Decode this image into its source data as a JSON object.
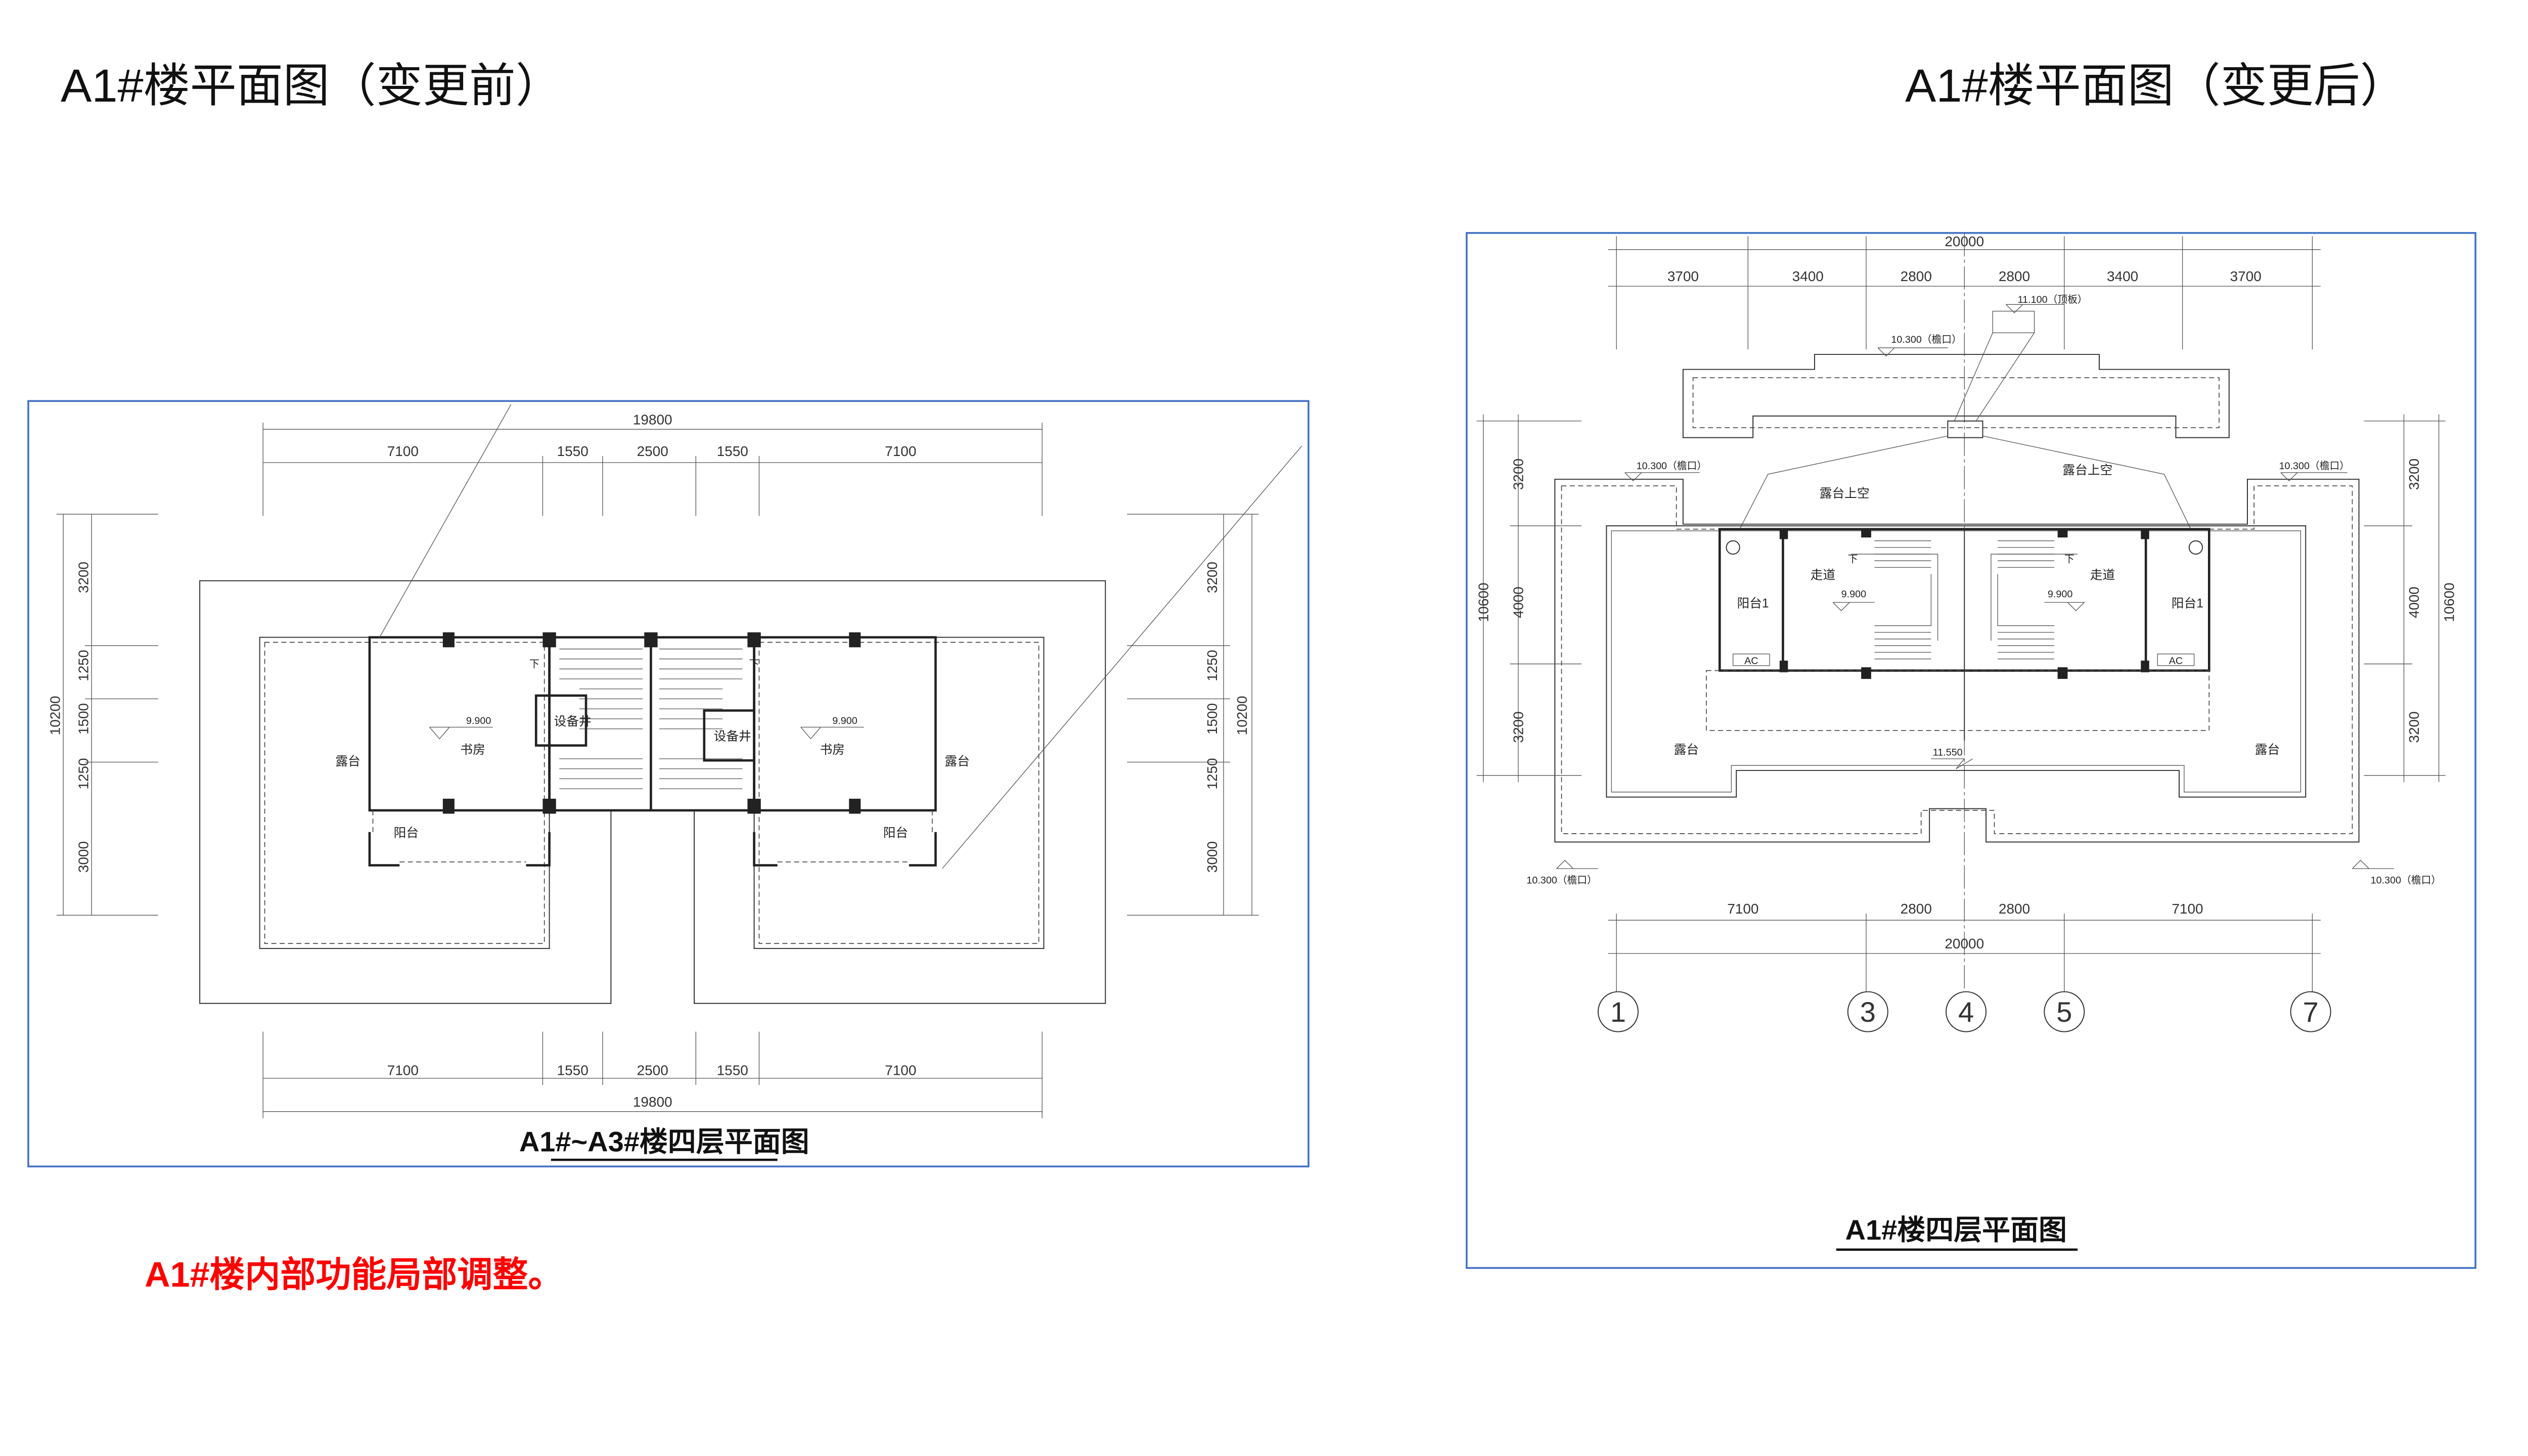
{
  "titles": {
    "before": "A1#楼平面图（变更前）",
    "after": "A1#楼平面图（变更后）"
  },
  "note": "A1#楼内部功能局部调整。",
  "colors": {
    "frame": "#4472c4",
    "note": "#ff0000"
  },
  "before_plan": {
    "caption": "A1#~A3#楼四层平面图",
    "top_total": "19800",
    "top_dims": [
      "7100",
      "1550",
      "2500",
      "1550",
      "7100"
    ],
    "bottom_dims": [
      "7100",
      "1550",
      "2500",
      "1550",
      "7100"
    ],
    "bottom_total": "19800",
    "left_dims": [
      "3200",
      "1250",
      "1500",
      "1250",
      "3000"
    ],
    "left_total": "10200",
    "right_dims": [
      "3200",
      "1250",
      "1500",
      "1250",
      "3000"
    ],
    "right_total": "10200",
    "rooms": {
      "terrace_left": "露台",
      "terrace_right": "露台",
      "study_left": "书房",
      "study_right": "书房",
      "shaft_left": "设备井",
      "shaft_right": "设备井",
      "balcony_left": "阳台",
      "balcony_right": "阳台",
      "level_left": "9.900",
      "level_right": "9.900",
      "down_left": "下",
      "down_right": "下"
    }
  },
  "after_plan": {
    "caption": "A1#楼四层平面图",
    "top_total": "20000",
    "top_dims": [
      "3700",
      "3400",
      "2800",
      "2800",
      "3400",
      "3700"
    ],
    "bottom_dims": [
      "7100",
      "2800",
      "2800",
      "7100"
    ],
    "bottom_total": "20000",
    "left_dims": [
      "3200",
      "4000",
      "3200"
    ],
    "left_total": "10600",
    "right_dims": [
      "3200",
      "4000",
      "3200"
    ],
    "right_total": "10600",
    "axes": [
      "1",
      "3",
      "4",
      "5",
      "7"
    ],
    "levels": {
      "roof_top": "11.100（顶板）",
      "eave_top": "10.300（檐口）",
      "eave_left": "10.300（檐口）",
      "eave_right": "10.300（檐口）",
      "eave_bottom_left": "10.300（檐口）",
      "eave_bottom_right": "10.300（檐口）",
      "center": "11.550",
      "floor_left": "9.900",
      "floor_right": "9.900"
    },
    "rooms": {
      "void_left": "露台上空",
      "void_right": "露台上空",
      "corridor_left": "走道",
      "corridor_right": "走道",
      "balcony_left": "阳台1",
      "balcony_right": "阳台1",
      "terrace_left": "露台",
      "terrace_right": "露台",
      "ac_left": "AC",
      "ac_right": "AC",
      "down_left": "下",
      "down_right": "下"
    }
  }
}
